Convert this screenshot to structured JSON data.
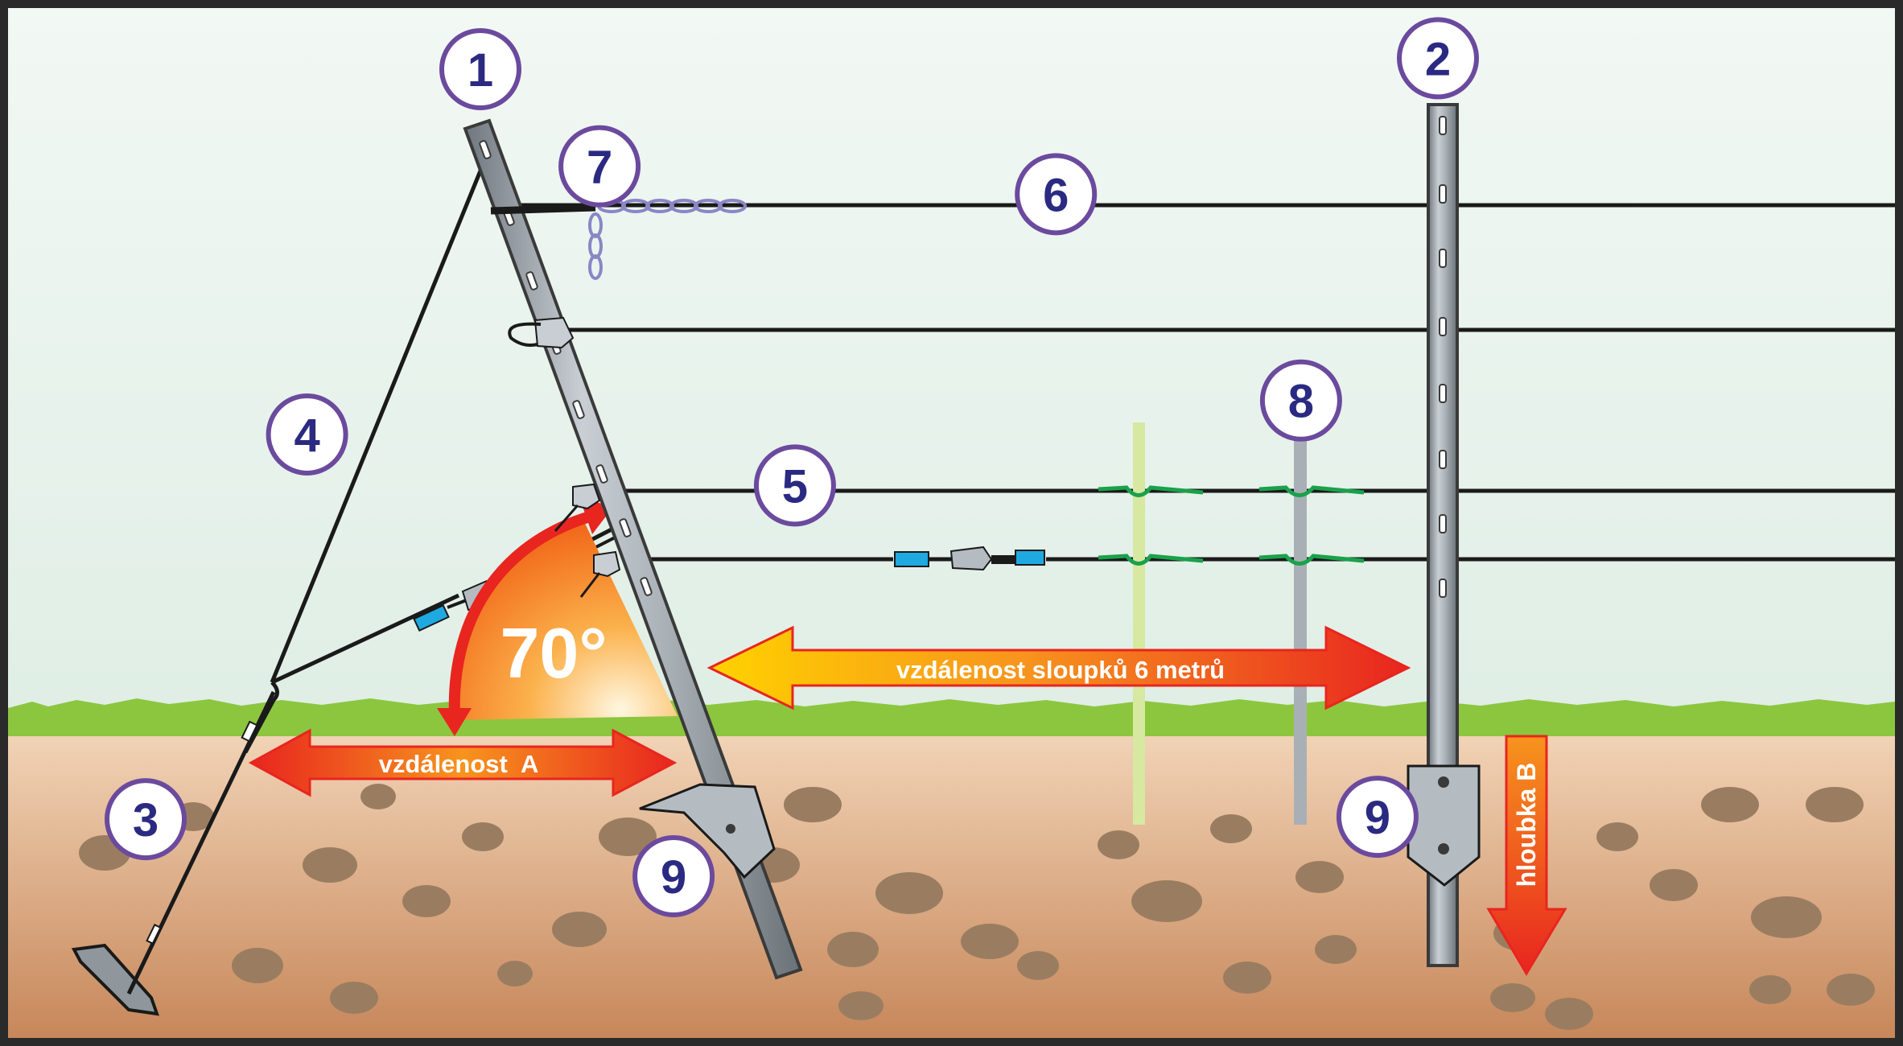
{
  "labels": {
    "angle": "70°",
    "distance_a": "vzdálenost  A",
    "post_spacing": "vzdálenost sloupků 6 metrů",
    "depth_b": "hloubka B"
  },
  "badges": {
    "b1": "1",
    "b2": "2",
    "b3": "3",
    "b4": "4",
    "b5": "5",
    "b6": "6",
    "b7": "7",
    "b8": "8",
    "b9a": "9",
    "b9b": "9"
  },
  "colors": {
    "sky": "#e8f3ec",
    "grass": "#8cc63f",
    "soil_top": "#f1d2b3",
    "soil_bottom": "#c78a5a",
    "stone": "#9a7d61",
    "post": "#9ea6ad",
    "badge_ring": "#6b4a9e",
    "badge_text": "#2b2a82",
    "arrow_red": "#e8251f",
    "arrow_orange": "#f7941d",
    "arrow_yellow": "#ffd200",
    "insulator_blue": "#1fa9e1",
    "clip_green": "#1aa14b",
    "pole_light": "#d7e8a0"
  }
}
